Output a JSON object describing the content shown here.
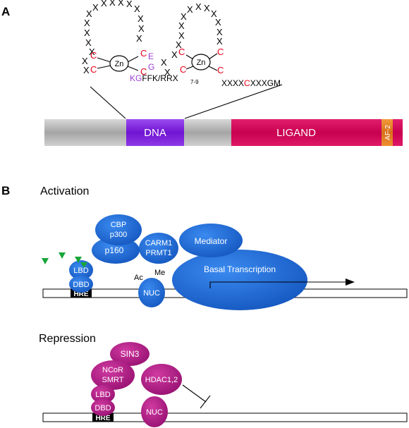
{
  "panel_a": {
    "label": "A",
    "finger1_letters": [
      "X",
      "X",
      "X",
      "X",
      "X",
      "X",
      "X",
      "X",
      "X",
      "X",
      "X",
      "X",
      "X",
      "X"
    ],
    "finger1_cys": [
      "C",
      "C",
      "C",
      "C"
    ],
    "finger1_zn": "Zn",
    "finger1_eg": [
      "E",
      "G"
    ],
    "finger1_kg": "KG",
    "finger1_tail_main": "FFK/RRX",
    "finger1_tail_sub": "7-9",
    "finger2_letters": [
      "X",
      "X",
      "X",
      "X",
      "X",
      "X",
      "X",
      "X",
      "X",
      "X",
      "X",
      "X",
      "X",
      "X"
    ],
    "finger2_cys": [
      "C",
      "C",
      "C",
      "C"
    ],
    "finger2_zn": "Zn",
    "finger2_tail_a": "XXXX",
    "finger2_tail_c": "C",
    "finger2_tail_b": "XXXGM",
    "bar_labels": {
      "dna": "DNA",
      "ligand": "LIGAND",
      "af2": "AF-2"
    }
  },
  "panel_b": {
    "label": "B",
    "activation": {
      "title": "Activation",
      "cbp": "CBP",
      "p300": "p300",
      "p160": "p160",
      "carm1": "CARM1",
      "prmt1": "PRMT1",
      "mediator": "Mediator",
      "basal": "Basal Transcription",
      "lbd": "LBD",
      "dbd": "DBD",
      "hre": "HRE",
      "nuc": "NUC",
      "ac": "Ac",
      "me": "Me"
    },
    "repression": {
      "title": "Repression",
      "sin3": "SIN3",
      "ncor": "NCoR",
      "smrt": "SMRT",
      "hdac": "HDAC1,2",
      "lbd": "LBD",
      "dbd": "DBD",
      "hre": "HRE",
      "nuc": "NUC"
    }
  },
  "colors": {
    "gray": "#a8a8a8",
    "dna_purple": "#7a1fd6",
    "ligand": "#d6005a",
    "af2": "#e07a1a",
    "blue": "#1c6fd8",
    "magenta": "#b81a8a",
    "cys_red": "#e8001a",
    "purple_text": "#9b3fd6",
    "triangle": "#1aa63a"
  }
}
